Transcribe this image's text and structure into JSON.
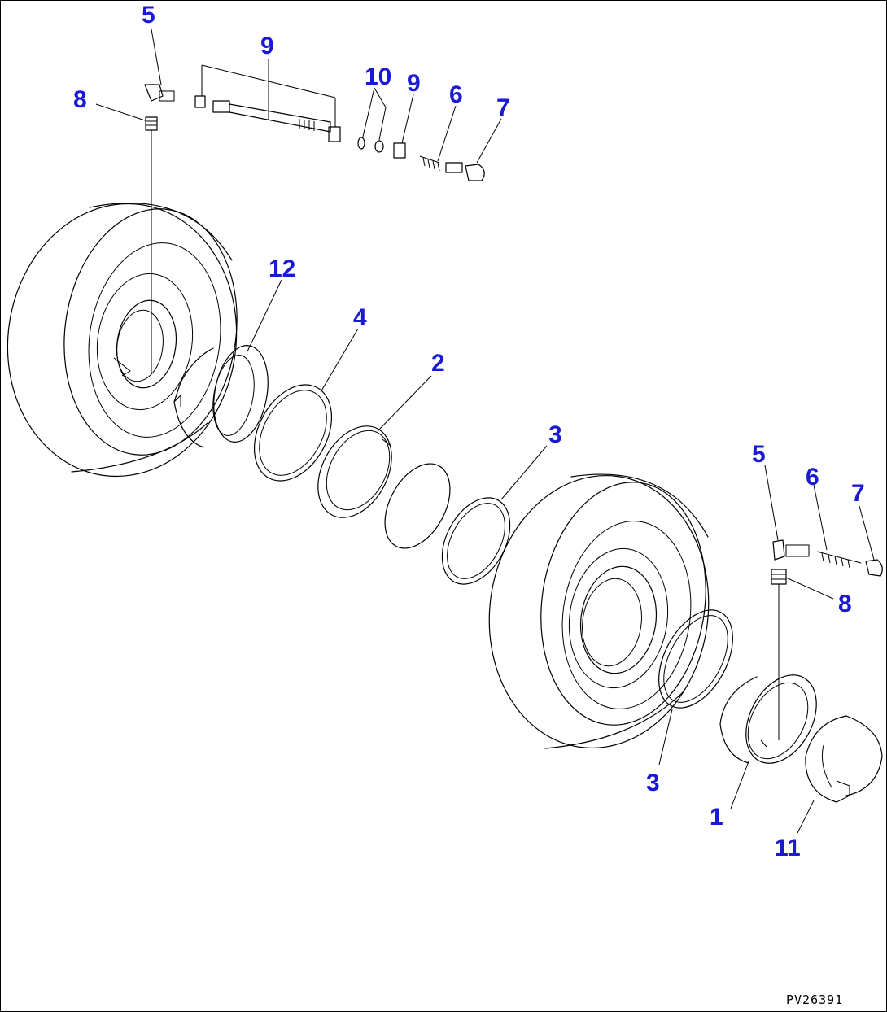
{
  "callouts": {
    "c5_top": "5",
    "c9_top": "9",
    "c8_top": "8",
    "c10": "10",
    "c9_mid": "9",
    "c6_top": "6",
    "c7_top": "7",
    "c12": "12",
    "c4": "4",
    "c2": "2",
    "c3_upper": "3",
    "c5_right": "5",
    "c6_right": "6",
    "c7_right": "7",
    "c8_right": "8",
    "c3_lower": "3",
    "c1": "1",
    "c11": "11"
  },
  "drawing_number": "PV26391",
  "colors": {
    "callout": "#1a1ad6",
    "line": "#000000",
    "background": "#ffffff"
  }
}
